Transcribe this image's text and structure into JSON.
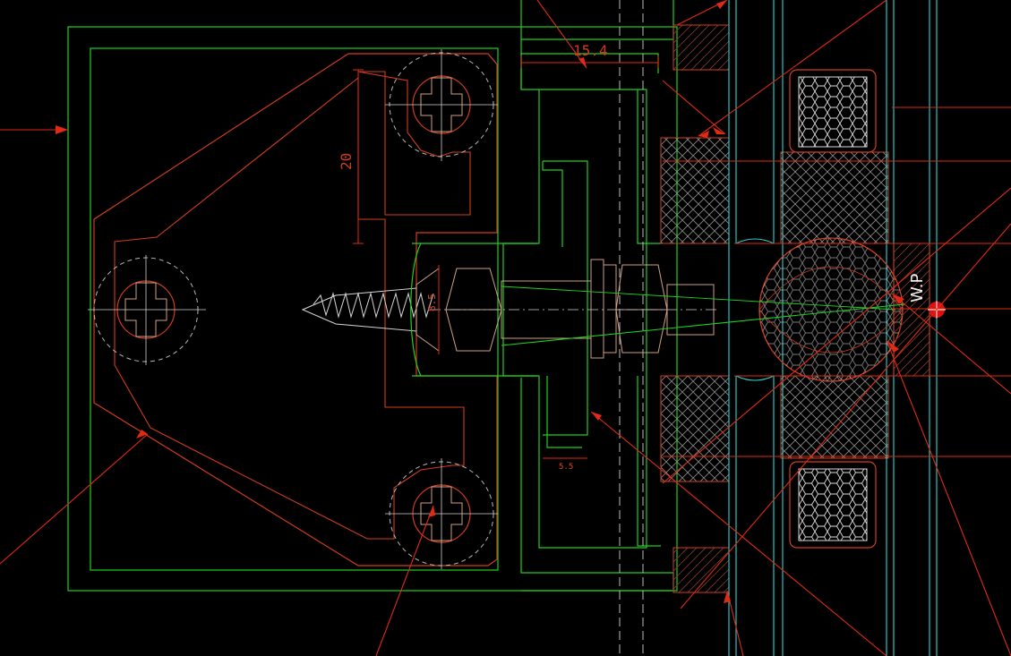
{
  "drawing": {
    "dimensions": {
      "top_width": "15.4",
      "left_height": "20",
      "bolt_dia": "8.5",
      "small_gap": "5.5"
    },
    "labels": {
      "waterproof": "W.P"
    },
    "colors": {
      "background": "#000000",
      "outline": "#1fd01f",
      "dimension": "#e02a14",
      "hardware": "#d08060",
      "glass_edge": "#2ad4d4",
      "hatch": "#9a9a9a",
      "text": "#e0e0e0"
    }
  }
}
